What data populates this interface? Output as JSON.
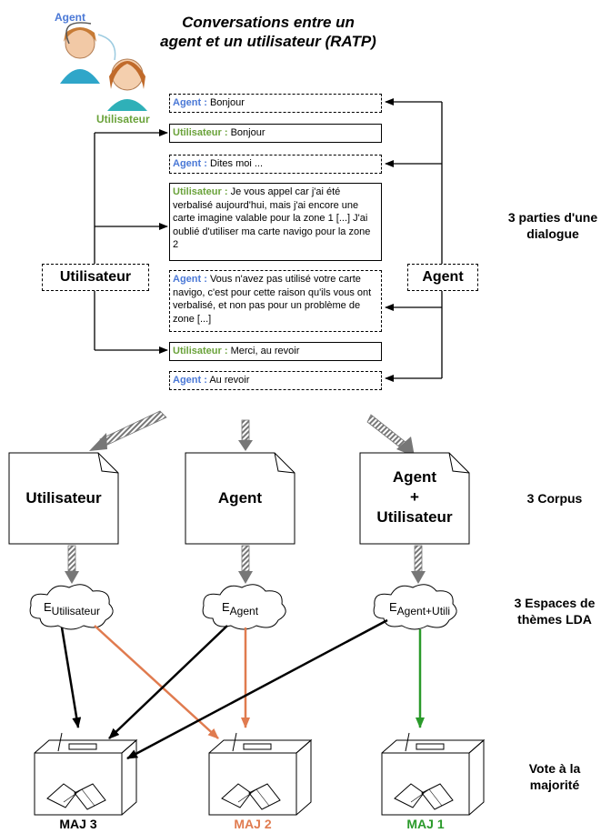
{
  "title": {
    "line1": "Conversations entre un",
    "line2": "agent et un utilisateur (RATP)"
  },
  "persons": {
    "agent_label": "Agent",
    "user_label": "Utilisateur"
  },
  "speakers": {
    "agent": "Agent :",
    "user": "Utilisateur :"
  },
  "messages": [
    {
      "speaker": "agent",
      "text": "Bonjour"
    },
    {
      "speaker": "user",
      "text": "Bonjour"
    },
    {
      "speaker": "agent",
      "text": "Dites moi ..."
    },
    {
      "speaker": "user",
      "text": "Je vous appel car j'ai été verbalisé aujourd'hui, mais j'ai encore une carte imagine valable pour la zone 1 [...] J'ai oublié d'utiliser ma carte navigo pour la zone 2"
    },
    {
      "speaker": "agent",
      "text": "Vous n'avez pas utilisé votre carte navigo, c'est pour cette raison qu'ils vous ont verbalisé, et non pas pour un problème de zone [...]"
    },
    {
      "speaker": "user",
      "text": "Merci, au revoir"
    },
    {
      "speaker": "agent",
      "text": "Au revoir"
    }
  ],
  "side_boxes": {
    "left": "Utilisateur",
    "right": "Agent"
  },
  "right_labels": {
    "parts": "3 parties d'une dialogue",
    "corpus": "3 Corpus",
    "spaces_line1": "3 Espaces de",
    "spaces_line2": "thèmes LDA",
    "vote_line1": "Vote à la",
    "vote_line2": "majorité"
  },
  "corpora": {
    "c1": "Utilisateur",
    "c2": "Agent",
    "c3_line1": "Agent",
    "c3_line2": "+",
    "c3_line3": "Utilisateur"
  },
  "spaces": {
    "s1_main": "E",
    "s1_sub": "Utilisateur",
    "s2_main": "E",
    "s2_sub": "Agent",
    "s3_main": "E",
    "s3_sub": "Agent+Utili"
  },
  "votes": {
    "maj3": "MAJ 3",
    "maj2": "MAJ 2",
    "maj1": "MAJ 1"
  },
  "colors": {
    "agent_blue": "#4a78d6",
    "user_green": "#6aa23a",
    "orange": "#e07b4f",
    "green_arrow": "#2a9a2a"
  }
}
